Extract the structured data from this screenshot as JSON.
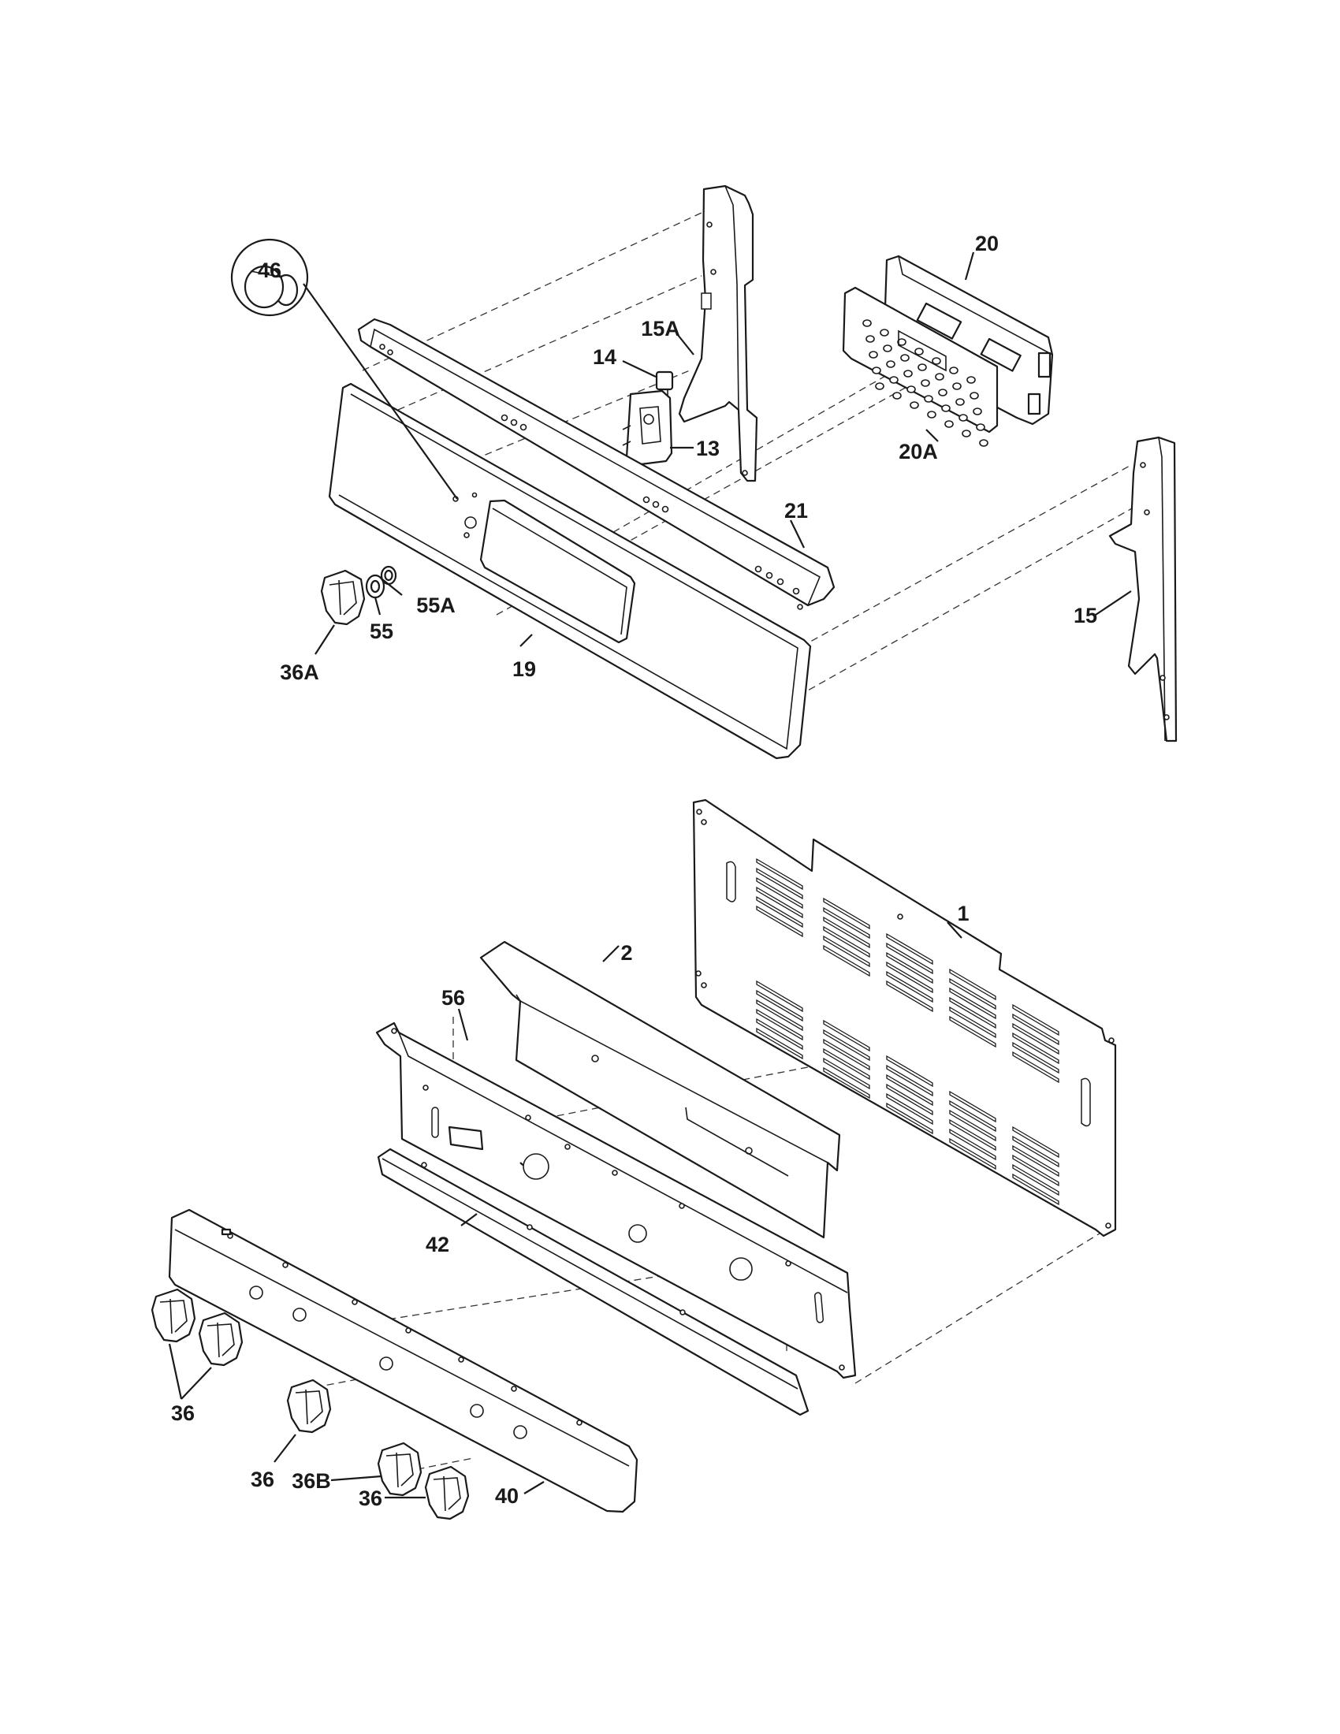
{
  "diagram": {
    "labels": {
      "p1": "1",
      "p2": "2",
      "p13": "13",
      "p14": "14",
      "p15": "15",
      "p15a": "15A",
      "p19": "19",
      "p20": "20",
      "p20a": "20A",
      "p21": "21",
      "p36_left": "36",
      "p36_middle": "36",
      "p36_bottom": "36",
      "p36a": "36A",
      "p36b": "36B",
      "p40": "40",
      "p42": "42",
      "p46": "46",
      "p55": "55",
      "p55a": "55A",
      "p56": "56"
    }
  }
}
